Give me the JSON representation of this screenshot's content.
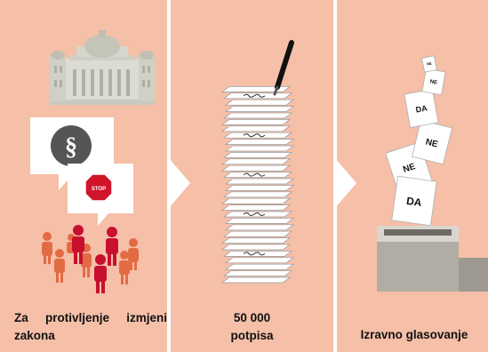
{
  "panels": [
    {
      "caption": "Za protivljenje izmjeni zakona",
      "icons": [
        "parliament-building-icon",
        "paragraph-icon",
        "stop-sign-icon",
        "people-group-icon"
      ],
      "stop_sign_text": "STOP"
    },
    {
      "caption_line1": "50 000",
      "caption_line2": "potpisa",
      "icons": [
        "document-stack-icon",
        "pen-icon"
      ]
    },
    {
      "caption": "Izravno glasovanje",
      "icons": [
        "ballot-box-icon",
        "ballot-icon"
      ],
      "ballots": [
        "NE",
        "DA",
        "NE",
        "DA",
        "NE",
        "NE"
      ]
    }
  ],
  "colors": {
    "panel_bg": "#f5bfa8",
    "divider": "#ffffff",
    "person_red": "#c8102e",
    "person_orange": "#e36b44",
    "stop_red": "#d0142a"
  }
}
